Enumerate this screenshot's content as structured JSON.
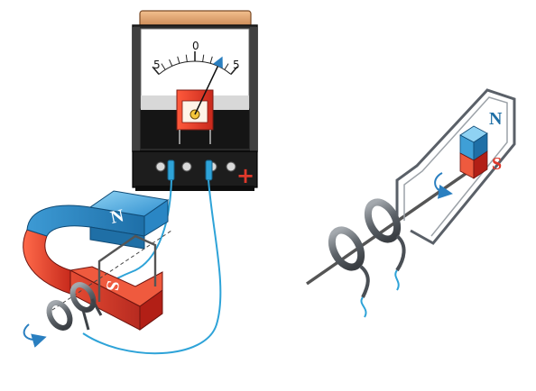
{
  "galvanometer": {
    "scale_left": "5",
    "scale_center": "0",
    "scale_right": "5",
    "plus_sign": "+"
  },
  "horseshoe_magnet": {
    "north_label": "N",
    "south_label": "S"
  },
  "bar_magnet": {
    "north_label": "N",
    "south_label": "S"
  },
  "colors": {
    "north": "#3f9fd6",
    "south": "#e0392b",
    "wire": "#2ea3d8",
    "coil": "#5a6068",
    "case": "#1c1c1c",
    "wood": "#e4a470"
  }
}
